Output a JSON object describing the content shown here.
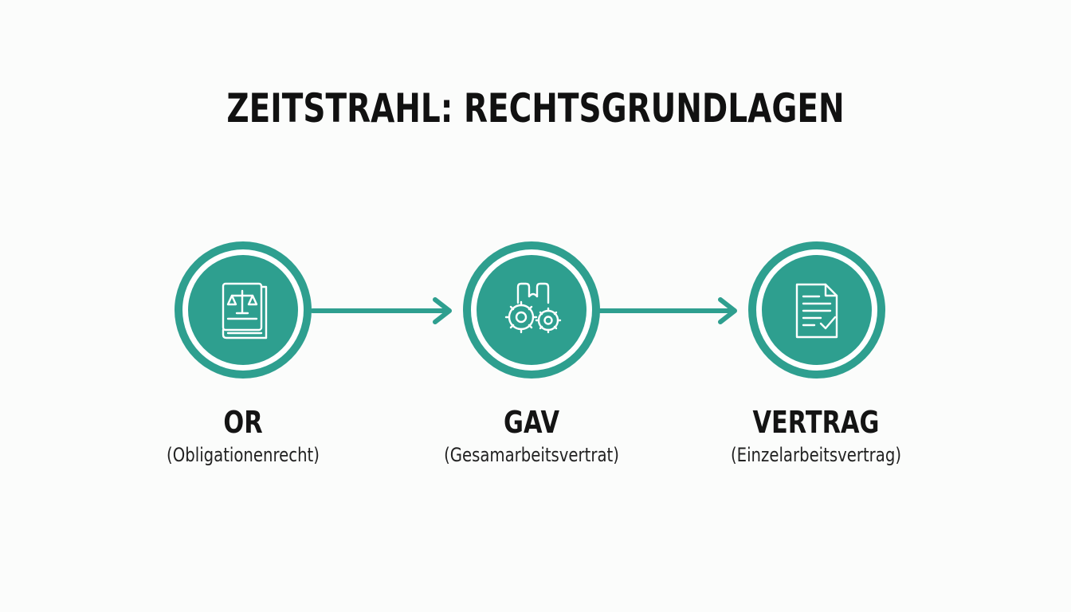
{
  "title": "ZEITSTRAHL: RECHTSGRUNDLAGEN",
  "accent_color": "#2e9f8f",
  "icon_color": "#ffffff",
  "steps": [
    {
      "abbr": "OR",
      "full": "(Obligationenrecht)",
      "icon": "law-book-scales-icon"
    },
    {
      "abbr": "GAV",
      "full": "(Gesamarbeitsvertrat)",
      "icon": "factory-gears-icon"
    },
    {
      "abbr": "VERTRAG",
      "full": "(Einzelarbeitsvertrag)",
      "icon": "contract-document-check-icon"
    }
  ]
}
